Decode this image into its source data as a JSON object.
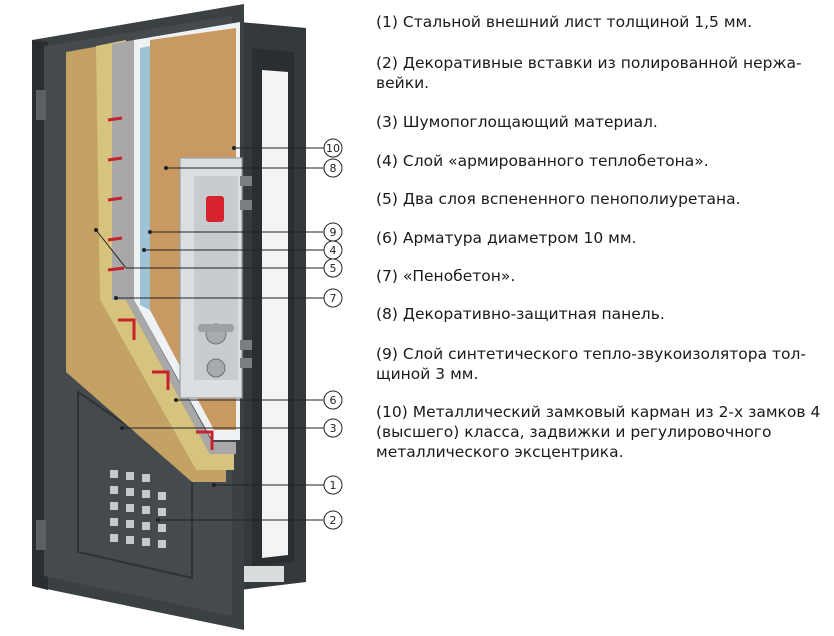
{
  "callouts": [
    "10",
    "8",
    "9",
    "4",
    "5",
    "7",
    "6",
    "3",
    "1",
    "2"
  ],
  "legend": [
    {
      "text": "(1) Стальной внешний лист толщиной 1,5 мм."
    },
    {
      "text": "(2) Декоративные вставки из полированной нержа-вейки."
    },
    {
      "text": "(3) Шумопоглощающий материал."
    },
    {
      "text": "(4) Слой «армированного теплобетона»."
    },
    {
      "text": "(5) Два слоя вспененного пенополиуретана."
    },
    {
      "text": "(6) Арматура диаметром 10 мм."
    },
    {
      "text": "(7) «Пенобетон»."
    },
    {
      "text": "(8) Декоративно-защитная панель."
    },
    {
      "text": "(9) Слой синтетического тепло-звукоизолятора тол-щиной 3 мм."
    },
    {
      "text": "(10) Металлический замковый карман из 2-х замков 4 (высшего) класса, задвижки и регулировочного металлического эксцентрика."
    }
  ],
  "colors": {
    "steel": "#3b4043",
    "steel_dark": "#2a2e30",
    "cork": "#c89a62",
    "foam": "#d6c47e",
    "panel_white": "#eef2f4",
    "lock_plate": "#c9ccce",
    "rebar": "#c8202c"
  }
}
